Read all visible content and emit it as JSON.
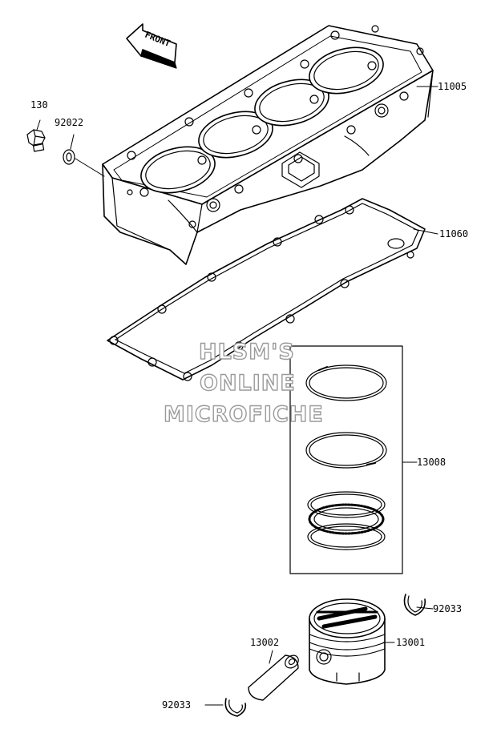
{
  "front_arrow": {
    "label": "FRONT"
  },
  "parts": {
    "cylinder": "11005",
    "gasket": "11060",
    "ring_set": "13008",
    "piston": "13001",
    "piston_pin": "13002",
    "circlip_upper": "92033",
    "circlip_lower": "92033",
    "bolt": "130",
    "washer": "92022"
  },
  "watermark": {
    "line1": "HLSM'S",
    "line2": "ONLINE",
    "line3": "MICROFICHE"
  }
}
